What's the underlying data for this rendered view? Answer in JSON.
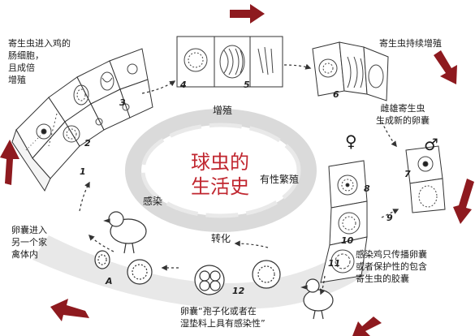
{
  "colors": {
    "arrow_red": "#8e1a1f",
    "title_red": "#c0262f",
    "ring_gray": "#dcdcdc",
    "band_gray": "#e6e6e6",
    "ink": "#1b1b1b"
  },
  "title": "球虫的\n生活史",
  "labels": {
    "top_left": "寄生虫进入鸡的\n肠细胞，\n且成倍\n增殖",
    "top_right": "寄生虫持续增殖",
    "male_female": "雌雄寄生虫\n生成新的卵囊",
    "multiply": "增殖",
    "sexual": "有性繁殖",
    "infection": "感染",
    "transform": "转化",
    "enter_host": "卵囊进入\n另一个家\n禽体内",
    "spread": "感染鸡只传播卵囊\n或者保护性的包含\n寄生虫的胶囊",
    "sporulate": "卵囊“孢子化或者在\n湿垫料上具有感染性”"
  },
  "stage_numbers": [
    "1",
    "2",
    "3",
    "4",
    "5",
    "6",
    "7",
    "8",
    "9",
    "10",
    "11",
    "12",
    "A"
  ],
  "symbols": {
    "female": "♀",
    "male": "♂"
  }
}
